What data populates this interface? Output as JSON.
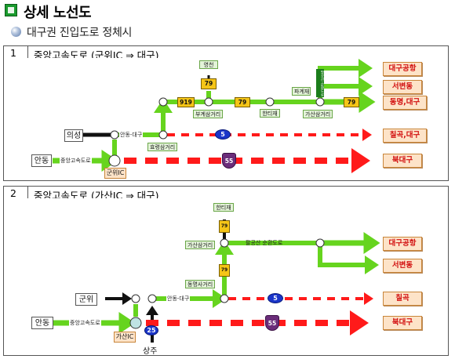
{
  "header": {
    "title": "상세 노선도",
    "subtitle": "대구권 진입도로 정체시"
  },
  "colors": {
    "green": "#66d41e",
    "red": "#ff1a1a",
    "black": "#111111",
    "dest_fill": "#fde3c8",
    "dest_border": "#c9863a",
    "dest_text": "#d21010",
    "node_yellow": "#f5c518",
    "label_green_fill": "#e3f3d8",
    "label_green_border": "#6aa648"
  },
  "section1": {
    "number": "1",
    "label": "중앙고속도로 (군위IC ⇒ 대구)",
    "dest_daegu_airport": "대구공항",
    "dest_seobyeon": "서변동",
    "dest_dongmyeong": "동명,대구",
    "dest_chilgok": "칠곡,대구",
    "dest_bukdaegu": "북대구",
    "origin_uiseong": "의성",
    "origin_andong": "안동",
    "road_yeongcheon": "영천",
    "road_79_a": "79",
    "road_919": "919",
    "road_79_b": "79",
    "road_79_c": "79",
    "road_5": "5",
    "road_55": "55",
    "jct_bugye": "부계삼거리",
    "jct_hyoryeong": "효령삼거리",
    "jct_hanti": "한티재",
    "jct_pagye": "파계재",
    "jct_gasan": "가산삼거리",
    "jct_gunwi_ic": "군위IC",
    "road_andong_daegu": "안동-대구",
    "road_jungang": "중앙고속도로",
    "road_palgong": "팔공산 순환도로"
  },
  "section2": {
    "number": "2",
    "label": "중앙고속도로 (가산IC ⇒ 대구)",
    "dest_daegu_airport": "대구공항",
    "dest_seobyeon": "서변동",
    "dest_chilgok": "칠곡",
    "dest_bukdaegu": "북대구",
    "origin_gunwi": "군위",
    "origin_andong": "안동",
    "origin_sangju": "상주",
    "jct_hanti": "한티재",
    "jct_gasan": "가산삼거리",
    "jct_dongmyeong": "동명사거리",
    "jct_gasan_ic": "가산IC",
    "road_palgong": "팔공산 순환도로",
    "road_andong_daegu": "안동-대구",
    "road_jungang": "중앙고속도로",
    "road_79_a": "79",
    "road_79_b": "79",
    "road_5": "5",
    "road_25": "25",
    "road_55": "55"
  }
}
